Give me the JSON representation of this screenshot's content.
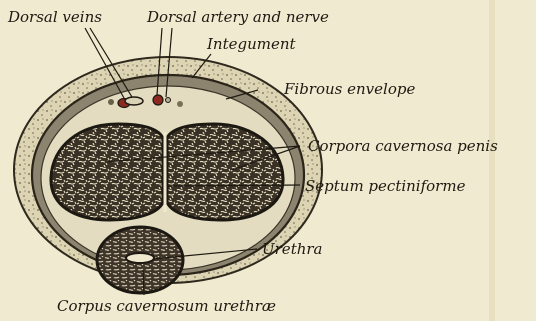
{
  "figure": {
    "colors": {
      "background": "#f0ead0",
      "ink": "#1e1a12",
      "spongy_tissue": "#3a3126",
      "artery": "#8c2a22"
    },
    "labels": {
      "dorsal_veins": "Dorsal veins",
      "dorsal_artery_and_nerve": "Dorsal artery and nerve",
      "integument": "Integument",
      "fibrous_envelope": "Fibrous envelope",
      "corpora_cavernosa_penis": "Corpora cavernosa penis",
      "septum_pectiniforme": "Septum pectiniforme",
      "urethra": "Urethra",
      "corpus_cavernosum_urethrae": "Corpus cavernosum urethræ"
    }
  }
}
